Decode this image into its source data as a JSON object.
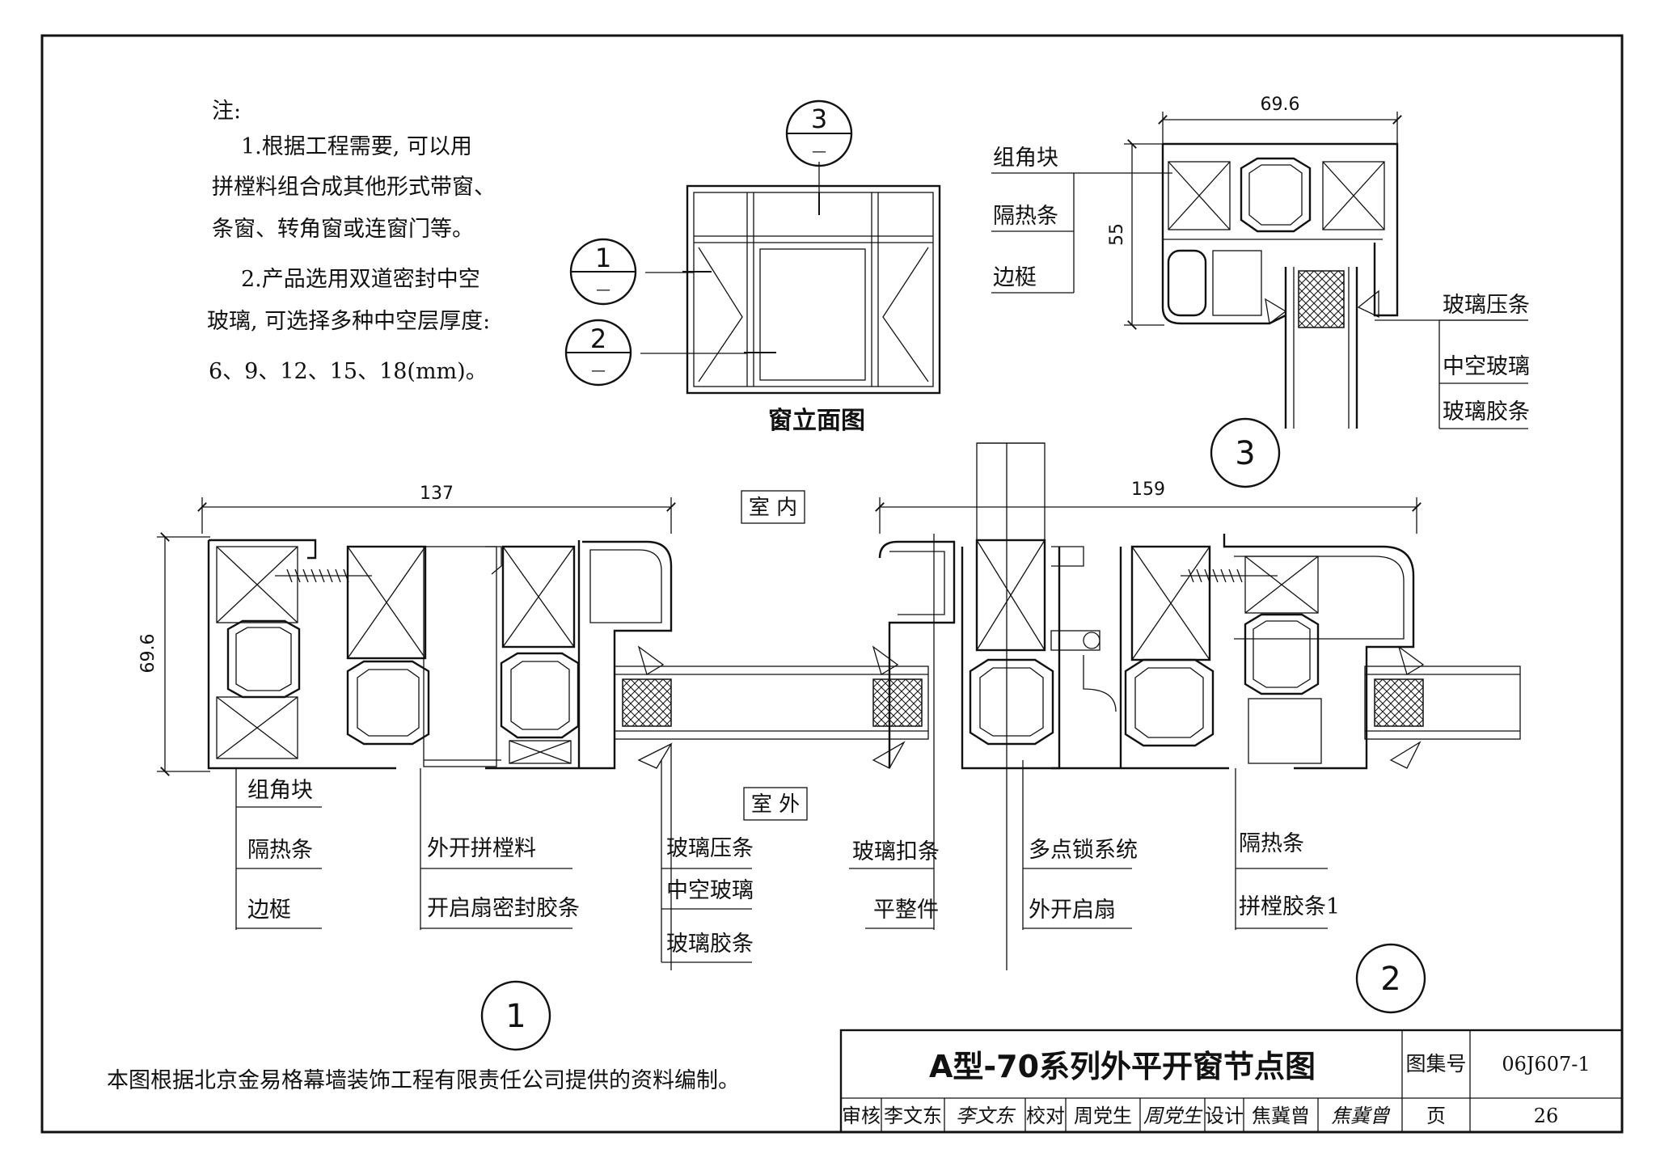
{
  "notes": {
    "heading": "注:",
    "item1_lines": [
      "1.根据工程需要, 可以用",
      "拼樘料组合成其他形式带窗、",
      "条窗、转角窗或连窗门等。"
    ],
    "item2_lines": [
      "2.产品选用双道密封中空",
      "玻璃, 可选择多种中空层厚度:",
      "6、9、12、15、18(mm)。"
    ]
  },
  "elevation": {
    "title": "窗立面图",
    "callouts": [
      {
        "num": "3",
        "sub": "—"
      },
      {
        "num": "1",
        "sub": "—"
      },
      {
        "num": "2",
        "sub": "—"
      }
    ]
  },
  "detail3": {
    "number": "3",
    "dim_width": "69.6",
    "dim_height": "55",
    "labels_left": [
      "组角块",
      "隔热条",
      "边梃"
    ],
    "labels_right": [
      "玻璃压条",
      "中空玻璃",
      "玻璃胶条"
    ]
  },
  "section": {
    "interior_label": "室 内",
    "exterior_label": "室 外",
    "dim_left": "137",
    "dim_right": "159",
    "dim_height": "69.6",
    "label_columns": [
      [
        "组角块",
        "隔热条",
        "边梃"
      ],
      [
        "外开拼樘料",
        "开启扇密封胶条"
      ],
      [
        "玻璃压条",
        "中空玻璃",
        "玻璃胶条"
      ],
      [
        "玻璃扣条",
        "平整件"
      ],
      [
        "多点锁系统",
        "外开启扇"
      ],
      [
        "隔热条",
        "拼樘胶条1"
      ]
    ],
    "detail_numbers": [
      "1",
      "2"
    ]
  },
  "title_block": {
    "title": "A型-70系列外平开窗节点图",
    "atlas_label": "图集号",
    "atlas_no": "06J607-1",
    "review_label": "审核",
    "reviewer": "李文东",
    "reviewer_sig": "李文东",
    "check_label": "校对",
    "checker": "周党生",
    "checker_sig": "周党生",
    "design_label": "设计",
    "designer": "焦冀曾",
    "designer_sig": "焦冀曾",
    "page_label": "页",
    "page_no": "26"
  },
  "footnote": "本图根据北京金易格幕墙装饰工程有限责任公司提供的资料编制。"
}
